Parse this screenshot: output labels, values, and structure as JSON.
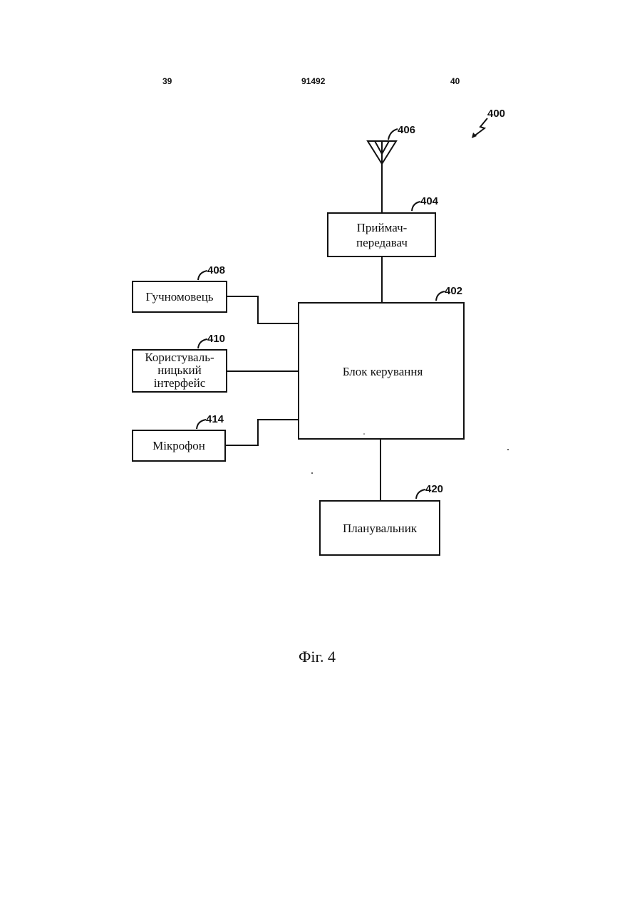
{
  "header": {
    "left_page": "39",
    "patent_number": "91492",
    "right_page": "40"
  },
  "figure": {
    "ref": "400",
    "caption": "Фіг. 4"
  },
  "antenna": {
    "ref": "406"
  },
  "blocks": {
    "transceiver": {
      "ref": "404",
      "line1": "Приймач-",
      "line2": "передавач"
    },
    "control": {
      "ref": "402",
      "label": "Блок керування"
    },
    "speaker": {
      "ref": "408",
      "label": "Гучномовець"
    },
    "ui": {
      "ref": "410",
      "line1": "Користуваль-",
      "line2": "ницький",
      "line3": "інтерфейс"
    },
    "mic": {
      "ref": "414",
      "label": "Мікрофон"
    },
    "scheduler": {
      "ref": "420",
      "label": "Планувальник"
    }
  }
}
